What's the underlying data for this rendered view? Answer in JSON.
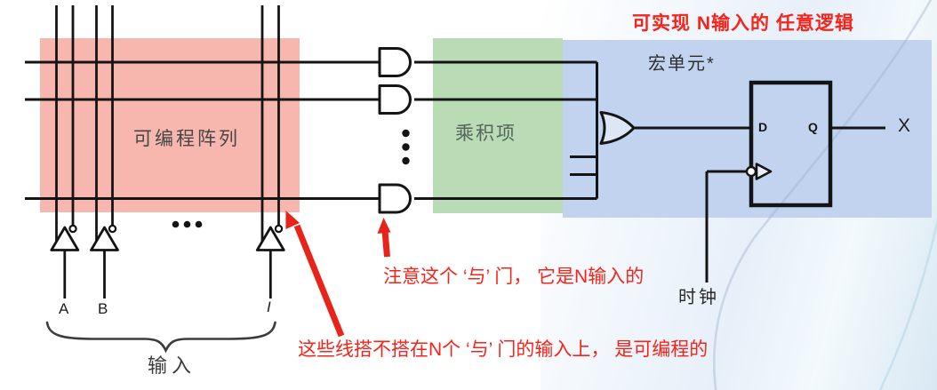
{
  "slide": {
    "top_note": "可实现 N输入的 任意逻辑",
    "blocks": {
      "array": {
        "label": "可编程阵列",
        "color": "#f7b6ae"
      },
      "product": {
        "label": "乘积项",
        "color": "#b9dbb5"
      },
      "macro": {
        "label": "宏单元*",
        "color": "#c2d3ef"
      }
    },
    "inputs": {
      "a": "A",
      "b": "B",
      "i": "I",
      "brace_label": "输入"
    },
    "flipflop": {
      "d_label": "D",
      "q_label": "Q"
    },
    "output_label": "X",
    "clock_label": "时钟",
    "annotations": {
      "and_gate": "注意这个 ‘与’ 门， 它是N输入的",
      "programmable": "这些线搭不搭在N个 ‘与’ 门的输入上， 是可编程的"
    },
    "colors": {
      "annotation_red": "#f5241a",
      "arrow_red": "#e8231a",
      "line_black": "#141414"
    }
  }
}
